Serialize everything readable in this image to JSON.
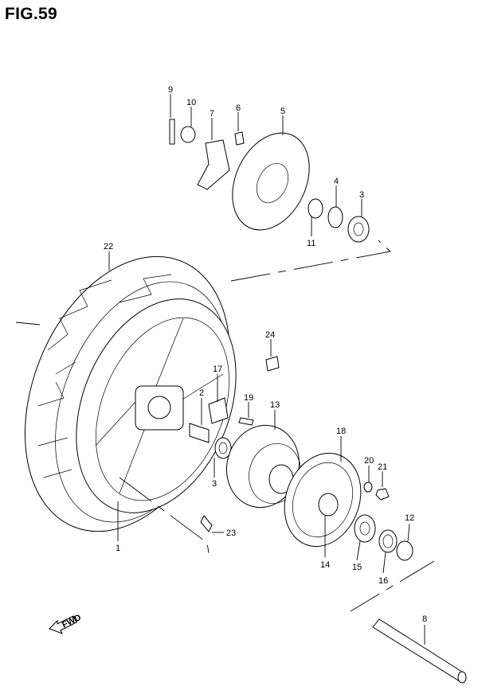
{
  "figure": {
    "title": "FIG.59"
  },
  "fwd_label": "FWD",
  "callouts": [
    {
      "id": "c1",
      "text": "1"
    },
    {
      "id": "c2",
      "text": "2"
    },
    {
      "id": "c3a",
      "text": "3"
    },
    {
      "id": "c3b",
      "text": "3"
    },
    {
      "id": "c4",
      "text": "4"
    },
    {
      "id": "c5",
      "text": "5"
    },
    {
      "id": "c6",
      "text": "6"
    },
    {
      "id": "c7",
      "text": "7"
    },
    {
      "id": "c8",
      "text": "8"
    },
    {
      "id": "c9",
      "text": "9"
    },
    {
      "id": "c10",
      "text": "10"
    },
    {
      "id": "c11",
      "text": "11"
    },
    {
      "id": "c12",
      "text": "12"
    },
    {
      "id": "c13",
      "text": "13"
    },
    {
      "id": "c14",
      "text": "14"
    },
    {
      "id": "c15",
      "text": "15"
    },
    {
      "id": "c16",
      "text": "16"
    },
    {
      "id": "c17",
      "text": "17"
    },
    {
      "id": "c18",
      "text": "18"
    },
    {
      "id": "c19",
      "text": "19"
    },
    {
      "id": "c20",
      "text": "20"
    },
    {
      "id": "c21",
      "text": "21"
    },
    {
      "id": "c22",
      "text": "22"
    },
    {
      "id": "c23",
      "text": "23"
    },
    {
      "id": "c24",
      "text": "24"
    }
  ]
}
